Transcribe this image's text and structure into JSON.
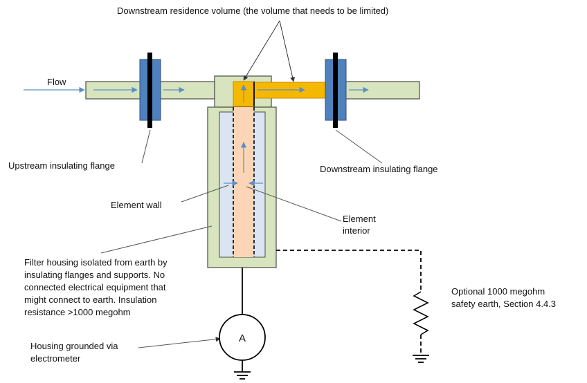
{
  "labels": {
    "residence_volume": "Downstream residence volume (the volume that needs to be limited)",
    "flow": "Flow",
    "upstream_flange": "Upstream insulating flange",
    "downstream_flange": "Downstream insulating flange",
    "element_wall": "Element wall",
    "element_interior_line1": "Element",
    "element_interior_line2": "interior",
    "housing_note": [
      "Filter housing isolated from earth by",
      "insulating flanges and supports. No",
      "connected electrical equipment that",
      "might connect to earth. Insulation",
      "resistance >1000 megohm"
    ],
    "grounded_line1": "Housing grounded via",
    "grounded_line2": "electrometer",
    "safety_earth_line1": "Optional 1000 megohm",
    "safety_earth_line2": "safety earth, Section 4.4.3",
    "meter_symbol": "A"
  },
  "colors": {
    "pipe_fill": "#d7e4bd",
    "pipe_stroke": "#4a4a4a",
    "flange_fill": "#4f81bd",
    "flange_stroke": "#2c4f7c",
    "gasket": "#000000",
    "residence_fill": "#f5b800",
    "residence_stroke": "#c98a00",
    "element_wall_fill": "#dbe5f1",
    "element_interior_fill": "#fbd5b5",
    "flow_arrow": "#5b8fc7",
    "leader": "#555555",
    "wire": "#000000"
  },
  "icons": {
    "meter": "ammeter-circle-icon",
    "ground": "earth-ground-icon",
    "resistor": "zigzag-resistor-icon"
  }
}
